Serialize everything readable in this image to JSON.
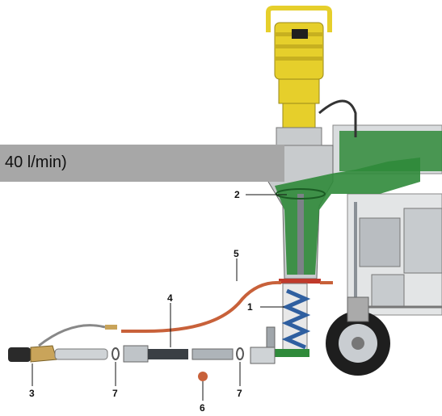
{
  "banner": {
    "text": "40 l/min)"
  },
  "callouts": {
    "c1": "1",
    "c2": "2",
    "c3": "3",
    "c4": "4",
    "c5": "5",
    "c6": "6",
    "c7a": "7",
    "c7b": "7"
  },
  "colors": {
    "motor": "#e6cf2b",
    "hopper_green": "#2f8a3a",
    "hose_orange": "#c8613a",
    "banner_gray": "#a7a7a7",
    "frame_gray": "#9aa0a6"
  },
  "icons": [
    "motor-icon",
    "hopper-icon",
    "pump-tube-icon",
    "spray-gun-icon",
    "hose-icon",
    "ball-icon",
    "wheel-icon"
  ]
}
